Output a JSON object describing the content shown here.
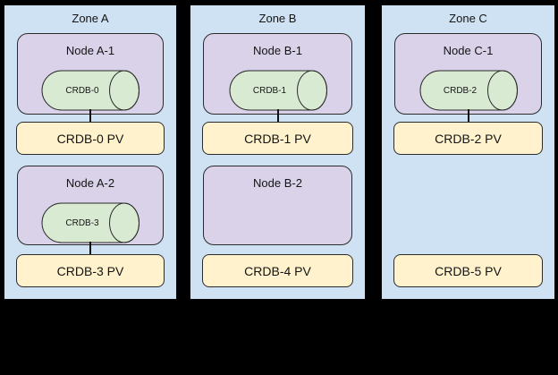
{
  "diagram": {
    "background": "#000000",
    "palette": {
      "zone_fill": "#cfe2f3",
      "node_fill": "#d9d2e9",
      "disk_fill": "#d9ead3",
      "pv_fill": "#fff2cc",
      "stroke": "#1a1a1a"
    },
    "zones": [
      {
        "label": "Zone A",
        "nodes": [
          {
            "label": "Node A-1",
            "disk": "CRDB-0",
            "pv": "CRDB-0 PV"
          },
          {
            "label": "Node A-2",
            "disk": "CRDB-3",
            "pv": "CRDB-3 PV"
          }
        ]
      },
      {
        "label": "Zone B",
        "nodes": [
          {
            "label": "Node B-1",
            "disk": "CRDB-1",
            "pv": "CRDB-1 PV"
          },
          {
            "label": "Node B-2",
            "disk": "",
            "pv": "CRDB-4 PV"
          }
        ]
      },
      {
        "label": "Zone C",
        "nodes": [
          {
            "label": "Node C-1",
            "disk": "CRDB-2",
            "pv": "CRDB-2 PV"
          },
          {
            "label": "",
            "disk": "",
            "pv": "CRDB-5 PV"
          }
        ]
      }
    ]
  }
}
